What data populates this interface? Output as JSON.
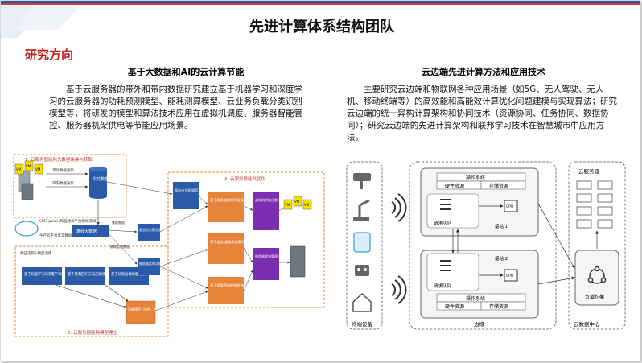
{
  "page": {
    "title": "先进计算体系结构团队",
    "section": "研究方向"
  },
  "left": {
    "title": "基于大数据和AI的云计算节能",
    "text": "基于云服务器的带外和带内数据研究建立基于机器学习和深度学习的云服务器的功耗预测模型、能耗测算模型、云业务负载分类识别模型等，将研发的模型和算法技术应用在虚拟机调度、服务器智能管控、服务器机架供电等节能应用场景。",
    "diagram": {
      "group1_title": "1. 云服务器能耗大数据采集与获取",
      "group2_title": "2. 云服务器能耗模型建立",
      "group3_title": "3. 云服务器能耗优化",
      "vm": "VM",
      "arrow_outband": "带外数据采集",
      "arrow_inband": "带内数据采集",
      "db": "实时数据",
      "offline": "离线大数据",
      "spec": "SPECpower和自建云平台模拟测试",
      "cloud_label": "生产云平台真实数据采集",
      "feature": "特征选取&模型训练",
      "train1": "基于机器学习&深度学习的建模",
      "train2": "基于经典回归方法的建模",
      "train3": "基于功耗画像的能建模",
      "anal1": "云业务负载分类识别",
      "anal2": "服务器实时功耗预测",
      "model_box": "功耗模型（线性、非线性）",
      "mid1": "面向业务的调度功耗估算",
      "opt1": "基于服务器能效的虚拟机调度优化",
      "opt2": "基于业务/虚拟机负载的服务器智能管控",
      "opt3": "基于负载预测的服务器节能",
      "r1": "虚拟机节能迁移(动态优化调度，整合迁移)",
      "r2": "服务器状态管理(DVFS，休眠，关机)",
      "flow_a": "集群数据",
      "flow_b": "能耗监测数据"
    }
  },
  "right": {
    "title": "云边端先进计算方法和应用技术",
    "text": "主要研究云边端和物联网各种应用场景（如5G、无人驾驶、无人机、移动终端等）的高效能和高能效计算优化问题建模与实现算法；研究云边端的统一异构计算架构和协同技术（资源协同、任务协同、数据协同）；研究云边端的先进计算架构和联邦学习技术在智慧城市中应用方法。",
    "diagram": {
      "os": "操作系统",
      "hw": "硬件资源",
      "storage": "存储资源",
      "queue": "请求队列",
      "cpu": "CPU",
      "station1": "基站 1",
      "station2": "基站 2",
      "cloud_server": "云服务器",
      "lb": "负载均衡",
      "terminal": "终端设备",
      "edge": "边缘",
      "dc": "云数据中心"
    }
  }
}
